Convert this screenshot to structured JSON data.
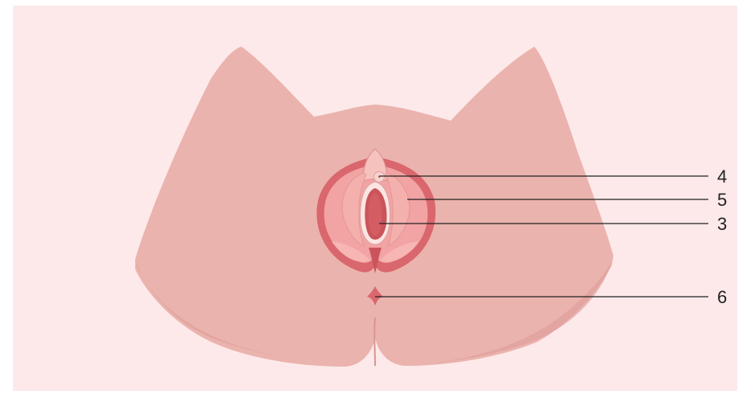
{
  "diagram": {
    "background_color": "#fde9ea",
    "skin_color": "#ebb3ad",
    "skin_shadow_color": "#dfa09b",
    "labia_majora_color": "#d9676d",
    "labia_minora_color": "#f4a9a8",
    "vestibule_color": "#c9545c",
    "callouts": [
      {
        "id": "4",
        "label": "4"
      },
      {
        "id": "5",
        "label": "5"
      },
      {
        "id": "3",
        "label": "3"
      },
      {
        "id": "6",
        "label": "6"
      }
    ]
  }
}
